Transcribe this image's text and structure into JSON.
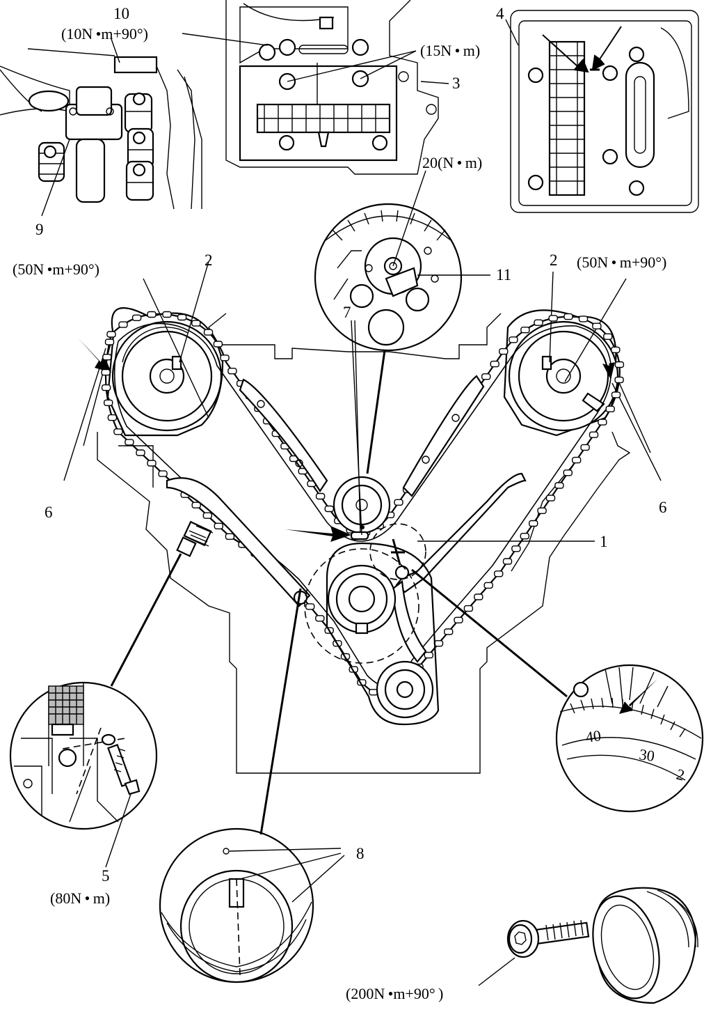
{
  "labels": {
    "n1": "1",
    "n2_left": "2",
    "n2_right": "2",
    "n3": "3",
    "n4": "4",
    "n5": "5",
    "n6_left": "6",
    "n6_right": "6",
    "n7": "7",
    "n8": "8",
    "n9": "9",
    "n10": "10",
    "n11": "11"
  },
  "torques": {
    "t10": "(10N •m+90°)",
    "t15": "(15N • m)",
    "t20": "20(N • m)",
    "t50_left": "(50N •m+90°)",
    "t50_right": "(50N • m+90°)",
    "t80": "(80N • m)",
    "t200": "(200N •m+90° )"
  },
  "scale_marks": {
    "s40": "40",
    "s30": "30",
    "s2": "2"
  }
}
